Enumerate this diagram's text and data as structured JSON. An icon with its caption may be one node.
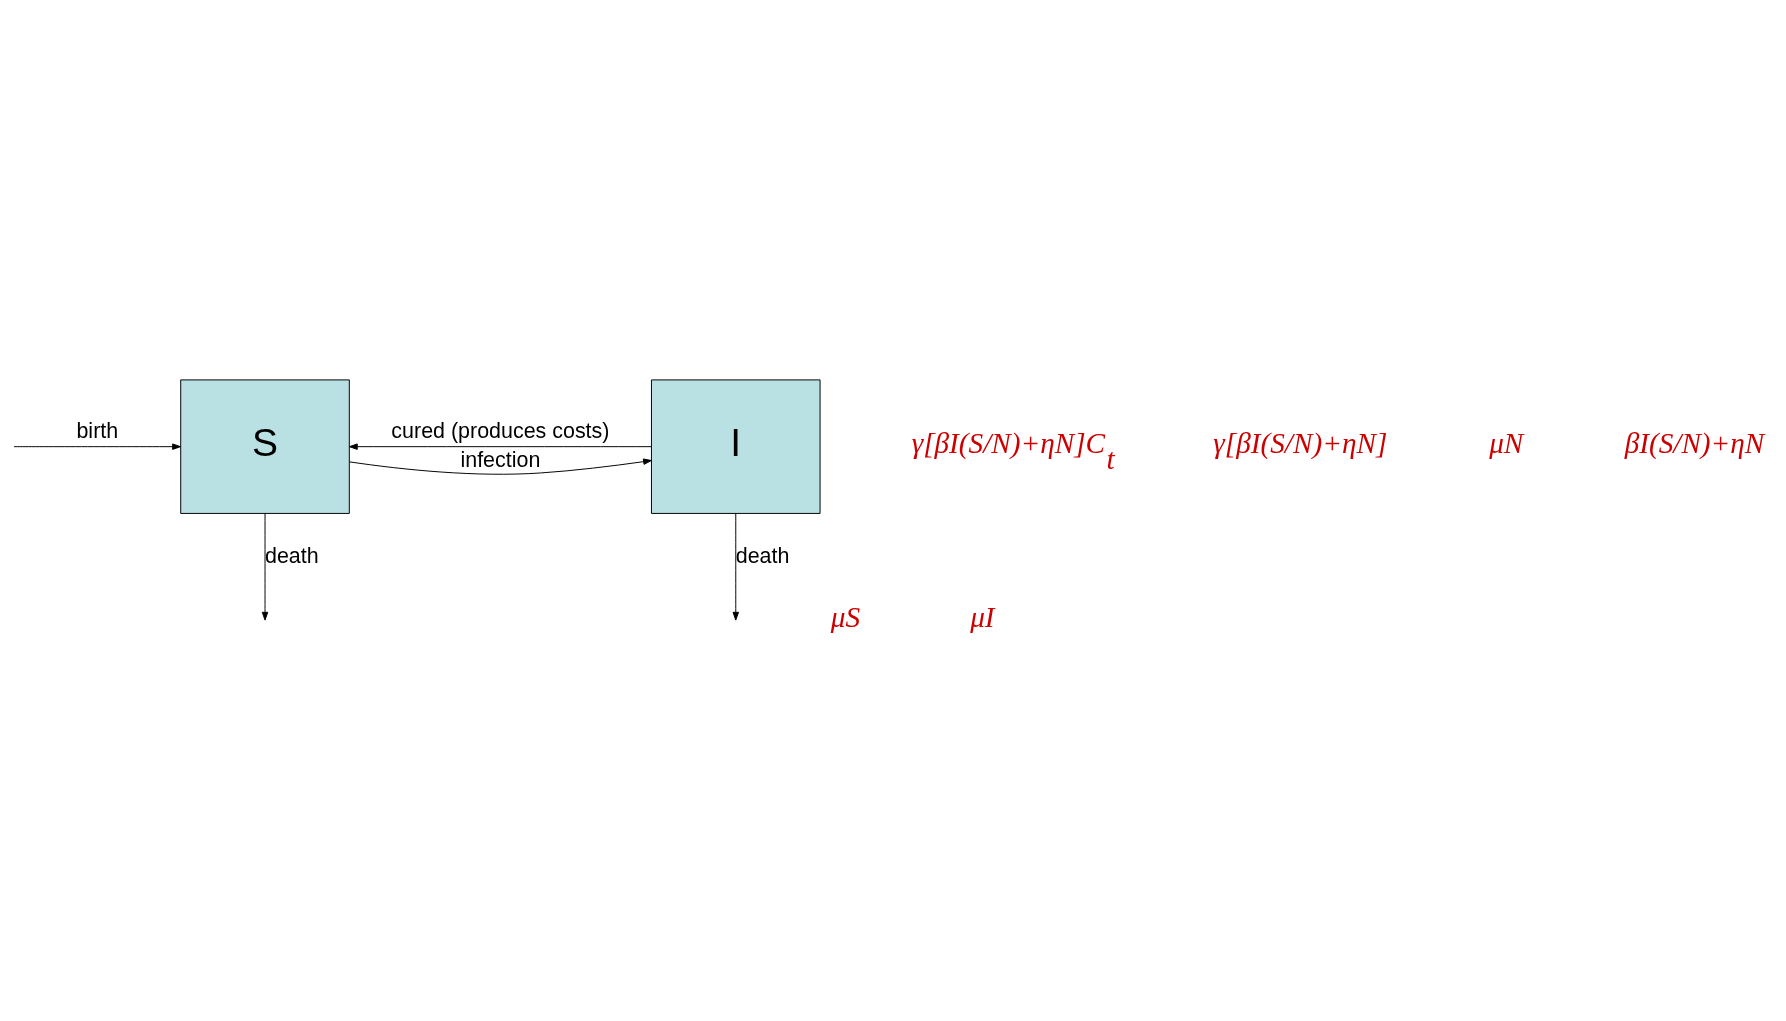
{
  "diagram": {
    "nodes": [
      {
        "text": [
          "S"
        ]
      },
      {
        "text": [
          "I"
        ]
      }
    ],
    "edges": [
      {
        "from": null,
        "to": 0,
        "arrow": "to",
        "label": "birth"
      },
      {
        "from": 0,
        "to": 1,
        "arrow": "to",
        "label": "infection"
      },
      {
        "from": 1,
        "to": 0,
        "arrow": "to",
        "label": "cured (produces costs)"
      },
      {
        "from": 0,
        "to": null,
        "arrow": "to",
        "label": "death"
      },
      {
        "from": 1,
        "to": null,
        "arrow": "to",
        "label": "death"
      }
    ],
    "labels": [
      "γ[βI(S/N)+ηN]C$_{t}$",
      "γ[βI(S/N)+ηN]",
      "μN",
      "βI(S/N)+ηN",
      "μS",
      "μI"
    ]
  }
}
